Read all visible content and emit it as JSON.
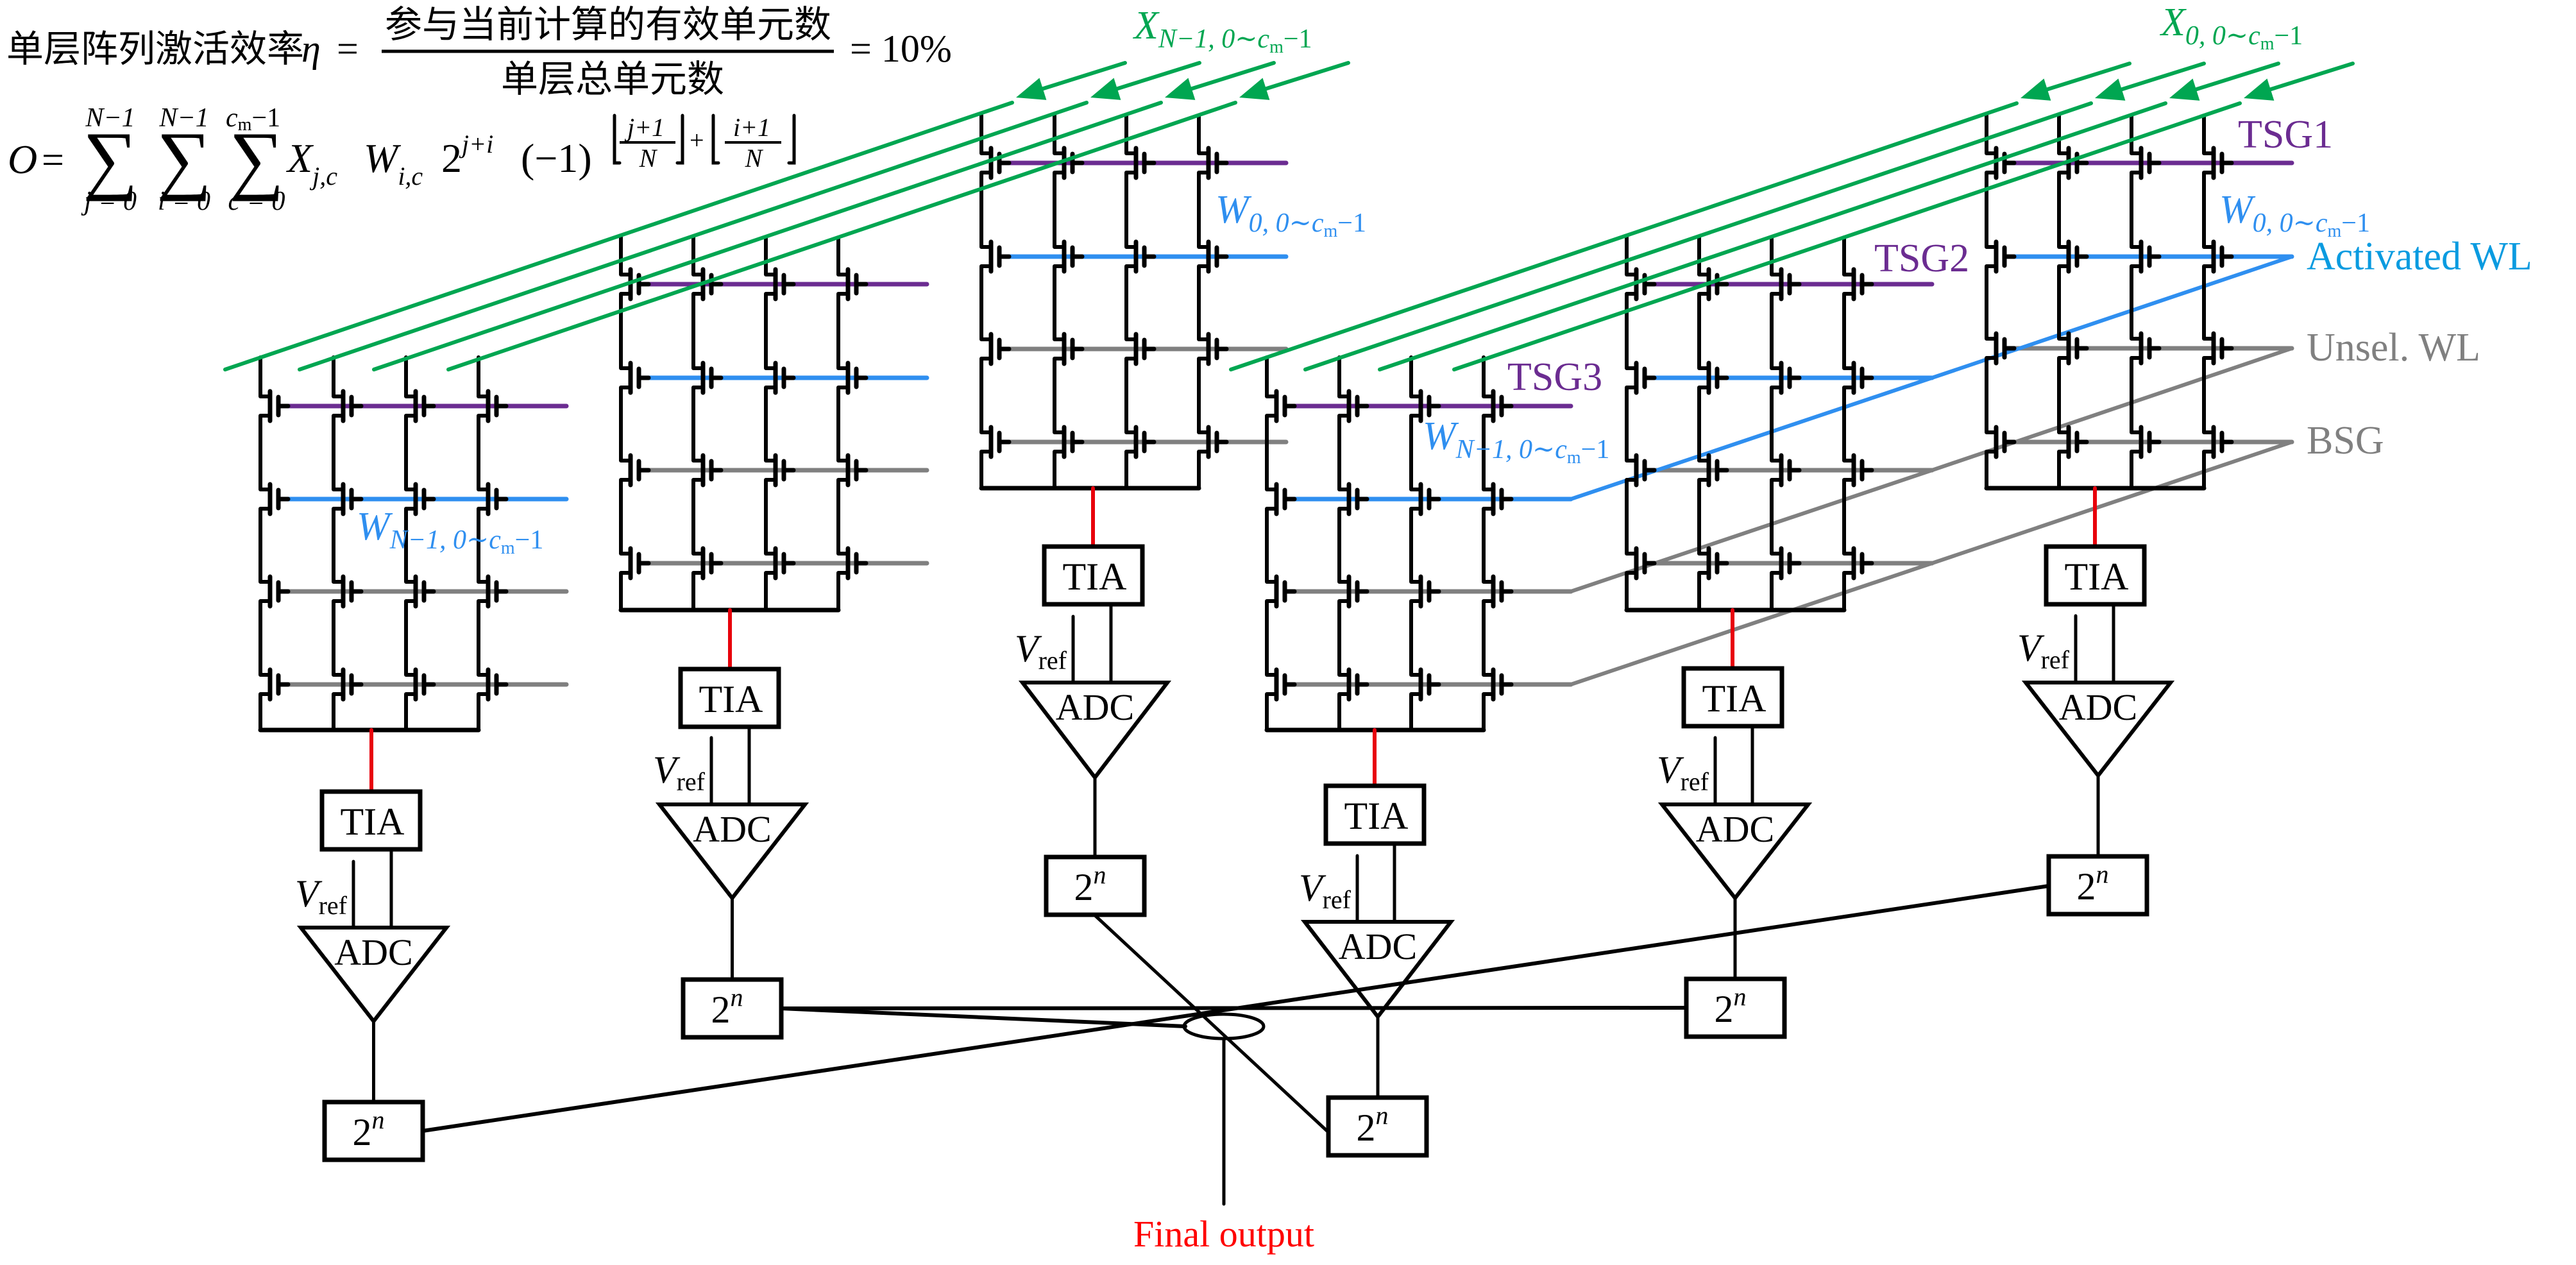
{
  "colors": {
    "wire": "#000000",
    "bitline_to_tia": "#e8000b",
    "x_input": "#00a651",
    "tsg": "#6b2c91",
    "activated_wl": "#2f8ff0",
    "activated_wl_label": "#0a9be0",
    "unselected": "#808080",
    "final_output": "#ff0000"
  },
  "efficiency_formula": {
    "lhs": "单层阵列激活效率",
    "lhs_symbol": "η",
    "equals": "=",
    "numerator": "参与当前计算的有效单元数",
    "denominator": "单层总单元数",
    "result": "= 10%"
  },
  "output_formula": {
    "lhs": "O",
    "equals": "=",
    "sums": [
      {
        "upper": "N−1",
        "lower": "j = 0"
      },
      {
        "upper": "N−1",
        "lower": "i = 0"
      },
      {
        "upper": "c",
        "upper_sub": "m",
        "upper_tail": "−1",
        "lower": "c = 0"
      }
    ],
    "sigma": "∑",
    "term_x": "X",
    "term_x_sub": "j,c",
    "term_w": "W",
    "term_w_sub": "i,c",
    "term_pow_base": "2",
    "term_pow_exp": "j+i",
    "sign_base": "(−1)",
    "floor1_num": "j+1",
    "floor1_den": "N",
    "plus": "+",
    "floor2_num": "i+1",
    "floor2_den": "N"
  },
  "input_labels": [
    {
      "main": "X",
      "sub": "N−1, 0∼c",
      "sub_m": "m",
      "sub_tail": "−1"
    },
    {
      "main": "X",
      "sub": "0, 0∼c",
      "sub_m": "m",
      "sub_tail": "−1"
    }
  ],
  "weight_labels": [
    {
      "main": "W",
      "sub": "N−1, 0∼c",
      "sub_m": "m",
      "sub_tail": "−1"
    },
    {
      "main": "W",
      "sub": "0, 0∼c",
      "sub_m": "m",
      "sub_tail": "−1"
    },
    {
      "main": "W",
      "sub": "N−1, 0∼c",
      "sub_m": "m",
      "sub_tail": "−1"
    },
    {
      "main": "W",
      "sub": "0, 0∼c",
      "sub_m": "m",
      "sub_tail": "−1"
    }
  ],
  "tsg_labels": [
    "TSG3",
    "TSG2",
    "TSG1"
  ],
  "legend": {
    "activated_wl": "Activated WL",
    "unselected_wl": "Unsel. WL",
    "bsg": "BSG"
  },
  "arrays": {
    "count": 6,
    "columns_per_array": 4,
    "rows_per_array": 4,
    "row_types": [
      "tsg",
      "activated_wl",
      "unselected_wl",
      "bsg"
    ]
  },
  "blocks": {
    "tia": "TIA",
    "adc": "ADC",
    "vref_main": "V",
    "vref_sub": "ref",
    "shift_base": "2",
    "shift_exp": "n"
  },
  "final_output": "Final output"
}
